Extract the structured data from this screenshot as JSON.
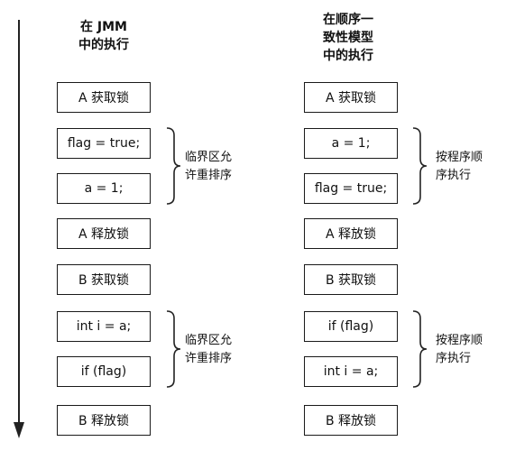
{
  "left_column": {
    "title": "在 JMM\n中的执行",
    "steps": [
      "A 获取锁",
      "flag = true;",
      "a = 1;",
      "A 释放锁",
      "B 获取锁",
      "int i = a;",
      "if (flag)",
      "B 释放锁"
    ],
    "notes": [
      "临界区允\n许重排序",
      "临界区允\n许重排序"
    ]
  },
  "right_column": {
    "title": "在顺序一\n致性模型\n中的执行",
    "steps": [
      "A 获取锁",
      "a = 1;",
      "flag = true;",
      "A 释放锁",
      "B 获取锁",
      "if (flag)",
      "int i = a;",
      "B 释放锁"
    ],
    "notes": [
      "按程序顺\n序执行",
      "按程序顺\n序执行"
    ]
  }
}
